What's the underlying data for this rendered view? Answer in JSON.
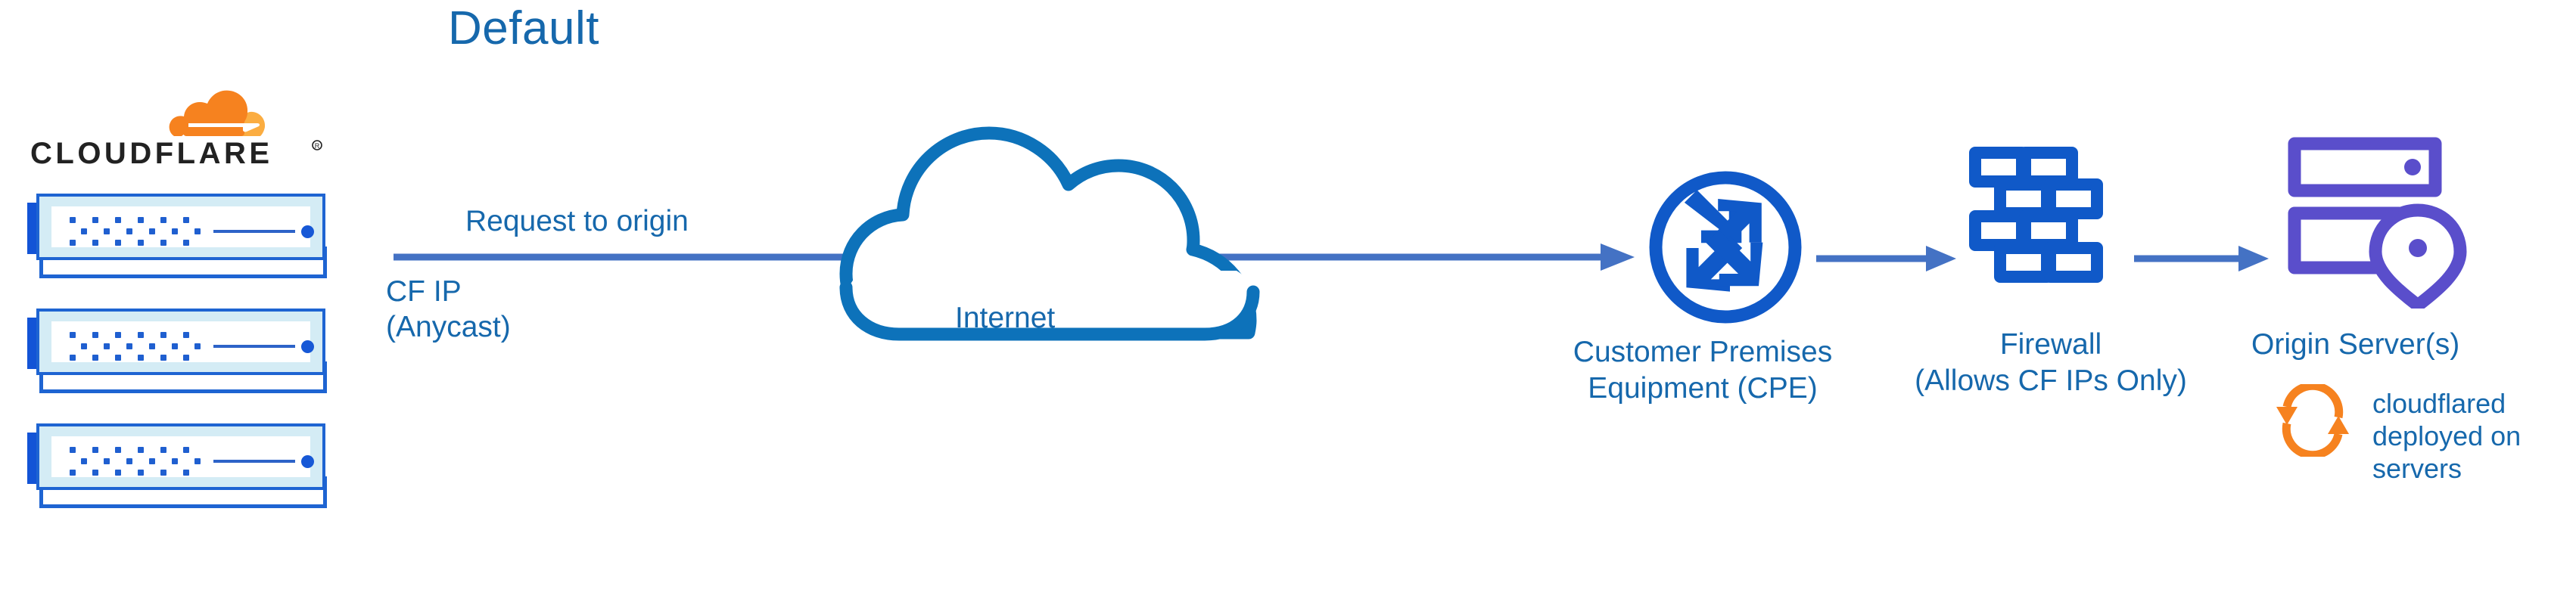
{
  "title": "Default",
  "brand": {
    "logo_wordmark": "CLOUDFLARE",
    "logo_name": "cloudflare-logo",
    "orange": "#f6821f",
    "orange_light": "#fbad41",
    "blue": "#1668ac",
    "arrow_blue": "#4472c4",
    "icon_blue": "#1059c8",
    "purple": "#5a4ecb",
    "wordmark_black": "#222222"
  },
  "nodes": {
    "cf_edge": {
      "name": "Cloudflare edge servers",
      "label": "CF IP\n(Anycast)",
      "unit_count": 3
    },
    "internet": {
      "label": "Internet",
      "icon": "cloud-icon"
    },
    "cpe": {
      "label": "Customer Premises\nEquipment (CPE)",
      "icon": "router-icon"
    },
    "firewall": {
      "label": "Firewall\n(Allows CF IPs Only)",
      "icon": "brick-wall-icon"
    },
    "origin": {
      "label": "Origin Server(s)",
      "icon": "server-location-icon",
      "note": "cloudflared\ndeployed on\nservers",
      "note_icon": "sync-refresh-icon"
    }
  },
  "flows": {
    "request_to_origin": "Request to origin"
  }
}
